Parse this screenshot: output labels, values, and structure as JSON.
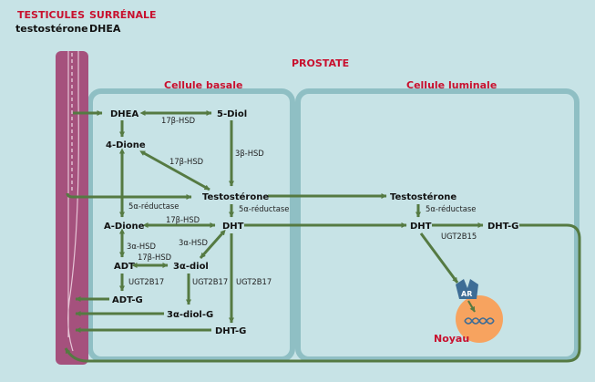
{
  "header": {
    "source_left": "TESTICULES",
    "hormone_left": "testostérone",
    "source_right": "SURRÉNALE",
    "hormone_right": "DHEA",
    "organ": "PROSTATE"
  },
  "cells": {
    "basal": "Cellule basale",
    "luminal": "Cellule luminale",
    "nucleus": "Noyau",
    "receptor": "AR"
  },
  "nodes": {
    "dhea": "DHEA",
    "diol5": "5-Diol",
    "dione4": "4-Dione",
    "testo": "Testostérone",
    "adione": "A-Dione",
    "dht": "DHT",
    "adt": "ADT",
    "diol3a": "3α-diol",
    "adtg": "ADT-G",
    "diol3ag": "3α-diol-G",
    "dhtg": "DHT-G",
    "testo_lum": "Testostérone",
    "dht_lum": "DHT",
    "dhtg_lum": "DHT-G"
  },
  "enzymes": {
    "hsd17_a": "17β-HSD",
    "hsd3b": "3β-HSD",
    "hsd17_b": "17β-HSD",
    "red5a_a": "5α-réductase",
    "red5a_b": "5α-réductase",
    "hsd17_c": "17β-HSD",
    "hsd3a_a": "3α-HSD",
    "hsd3a_b": "3α-HSD",
    "hsd17_d": "17β-HSD",
    "ugt2b17_a": "UGT2B17",
    "ugt2b17_b": "UGT2B17",
    "ugt2b17_c": "UGT2B17",
    "red5a_lum": "5α-réductase",
    "ugt2b15": "UGT2B15"
  },
  "colors": {
    "background": "#c7e3e6",
    "cell_border": "#8fbfc4",
    "vessel": "#a5517d",
    "arrow": "#557a42",
    "nucleus": "#f7a35f",
    "receptor": "#3e6d96",
    "title_red": "#c8102e"
  }
}
